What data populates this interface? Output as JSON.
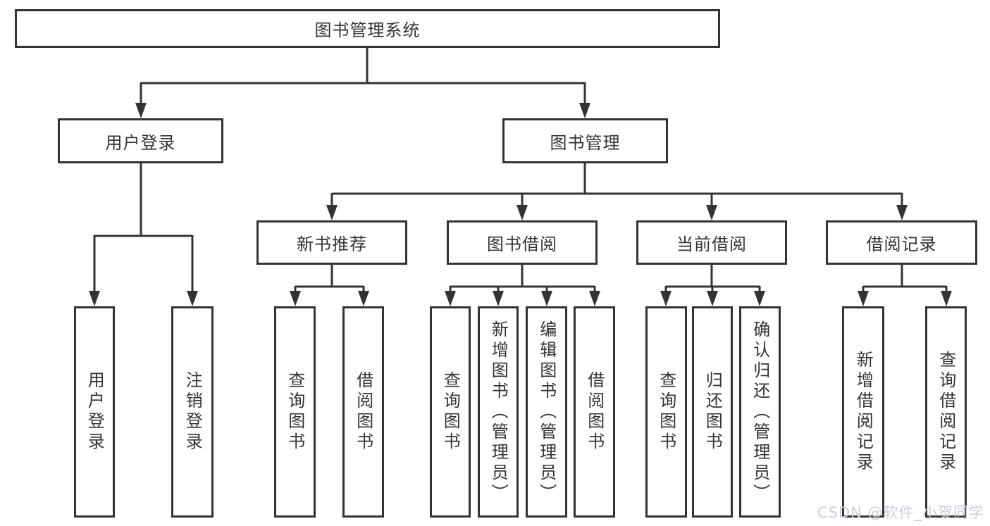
{
  "diagram": {
    "root": "图书管理系统",
    "level2": {
      "user_login": "用户登录",
      "book_management": "图书管理"
    },
    "level3": {
      "new_book_recommend": "新书推荐",
      "book_borrow": "图书借阅",
      "current_borrow": "当前借阅",
      "borrow_records": "借阅记录"
    },
    "leaves": {
      "user_login_login": "用户登录",
      "user_login_logout": "注销登录",
      "recommend_query_books": "查询图书",
      "recommend_borrow_books": "借阅图书",
      "borrow_query_books": "查询图书",
      "borrow_add_books": "新增图书（管理员）",
      "borrow_edit_books": "编辑图书（管理员）",
      "borrow_borrow_books": "借阅图书",
      "current_query_books": "查询图书",
      "current_return_books": "归还图书",
      "current_confirm_return": "确认归还（管理员）",
      "records_add_record": "新增借阅记录",
      "records_query_record": "查询借阅记录"
    }
  },
  "watermark": {
    "text": "CSDN @软件_小贺同学"
  },
  "colors": {
    "line": "#333333",
    "text": "#333333",
    "background": "#ffffff",
    "watermark": "#c9ced8"
  }
}
